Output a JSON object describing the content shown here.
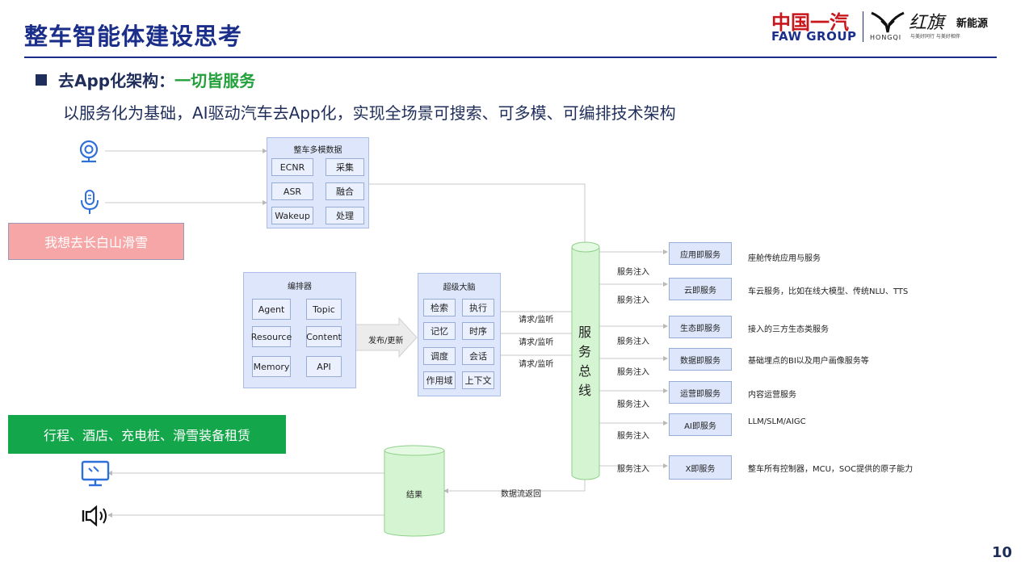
{
  "header": {
    "title": "整车智能体建设思考",
    "logo": {
      "faw_cn": "中国一汽",
      "faw_en": "FAW GROUP",
      "hongqi_mark": "HONGQI",
      "hongqi_cn": "红旗",
      "nev": "新能源",
      "tagline": "与美好同行 与美好相伴"
    }
  },
  "headline": {
    "prefix": "去App化架构：",
    "highlight": "一切皆服务",
    "sub": "以服务化为基础，AI驱动汽车去App化，实现全场景可搜索、可多模、可编排技术架构",
    "highlight_color": "#22a03a"
  },
  "diagram": {
    "inputs": {
      "icons": [
        "camera-icon",
        "microphone-icon"
      ],
      "query": "我想去长白山滑雪"
    },
    "multimodal": {
      "title": "整车多模数据",
      "cells": [
        "ECNR",
        "采集",
        "ASR",
        "融合",
        "Wakeup",
        "处理"
      ]
    },
    "orchestrator": {
      "title": "编排器",
      "cells": [
        "Agent",
        "Topic",
        "Resource",
        "Content",
        "Memory",
        "API"
      ]
    },
    "publish_label": "发布/更新",
    "brain": {
      "title": "超级大脑",
      "cells": [
        "检索",
        "执行",
        "记忆",
        "时序",
        "调度",
        "会话",
        "作用域",
        "上下文"
      ]
    },
    "requests": [
      "请求/监听",
      "请求/监听",
      "请求/监听"
    ],
    "bus": {
      "label": "服务总线",
      "chars": [
        "服",
        "务",
        "总",
        "线"
      ]
    },
    "services": [
      {
        "name": "应用即服务",
        "inject": "服务注入",
        "desc": "座舱传统应用与服务"
      },
      {
        "name": "云即服务",
        "inject": "服务注入",
        "desc": "车云服务，比如在线大模型、传统NLU、TTS"
      },
      {
        "name": "生态即服务",
        "inject": "服务注入",
        "desc": "接入的三方生态类服务"
      },
      {
        "name": "数据即服务",
        "inject": "服务注入",
        "desc": "基础埋点的BI以及用户画像服务等"
      },
      {
        "name": "运营即服务",
        "inject": "服务注入",
        "desc": "内容运营服务"
      },
      {
        "name": "AI即服务",
        "inject": "服务注入",
        "desc": "LLM/SLM/AIGC"
      },
      {
        "name": "X即服务",
        "inject": "服务注入",
        "desc": "整车所有控制器，MCU，SOC提供的原子能力"
      }
    ],
    "return_label": "数据流返回",
    "result": {
      "title": "结果",
      "output": "行程、酒店、充电桩、滑雪装备租赁",
      "icons": [
        "monitor-icon",
        "speaker-icon"
      ]
    }
  },
  "page_number": "10",
  "colors": {
    "title_blue": "#1b2f8a",
    "box_fill": "#dde6fb",
    "bus_fill": "#d5f5d2",
    "query_fill": "#f6a6a6",
    "result_fill": "#13a64a"
  }
}
